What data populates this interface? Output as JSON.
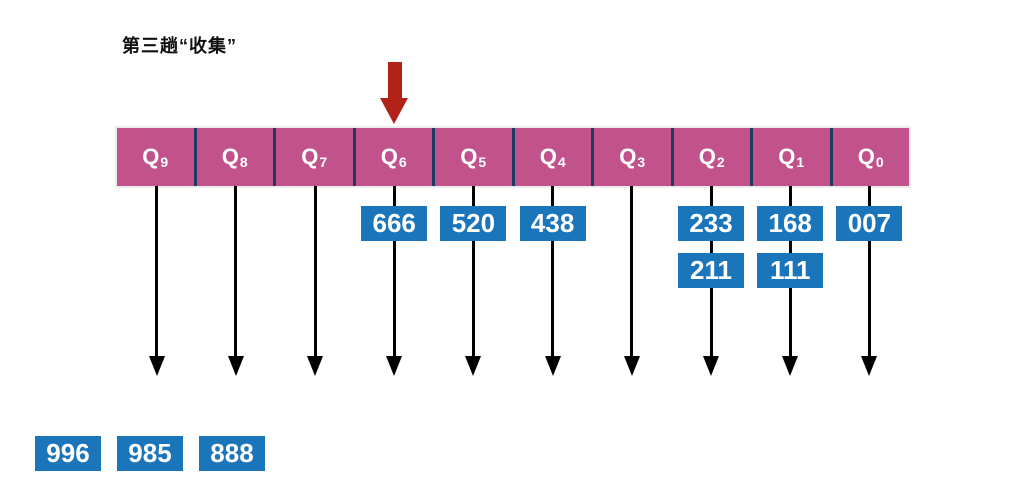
{
  "title": "第三趟“收集”",
  "pointer": {
    "target_queue": "Q6",
    "icon": "down-arrow"
  },
  "bar": {
    "queues": [
      {
        "name": "Q",
        "sub": "9",
        "items": []
      },
      {
        "name": "Q",
        "sub": "8",
        "items": []
      },
      {
        "name": "Q",
        "sub": "7",
        "items": []
      },
      {
        "name": "Q",
        "sub": "6",
        "items": [
          "666"
        ]
      },
      {
        "name": "Q",
        "sub": "5",
        "items": [
          "520"
        ]
      },
      {
        "name": "Q",
        "sub": "4",
        "items": [
          "438"
        ]
      },
      {
        "name": "Q",
        "sub": "3",
        "items": []
      },
      {
        "name": "Q",
        "sub": "2",
        "items": [
          "233",
          "211"
        ]
      },
      {
        "name": "Q",
        "sub": "1",
        "items": [
          "168",
          "111"
        ]
      },
      {
        "name": "Q",
        "sub": "0",
        "items": [
          "007"
        ]
      }
    ]
  },
  "collected": [
    "996",
    "985",
    "888"
  ],
  "colors": {
    "bar_fill": "#C2528C",
    "divider": "#203864",
    "box_fill": "#1B75BB",
    "pointer_arrow": "#B12318",
    "flow_arrow": "#000000"
  }
}
